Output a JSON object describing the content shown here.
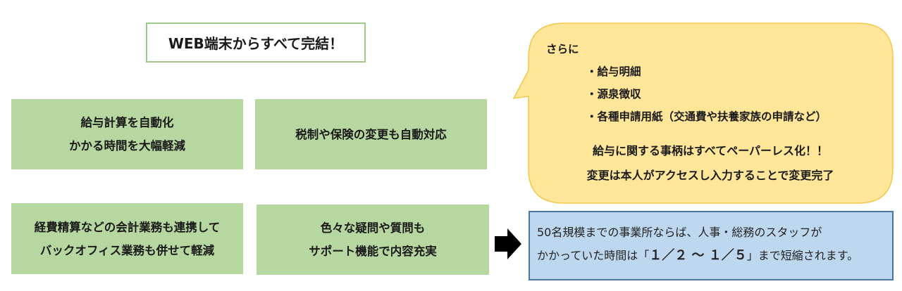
{
  "title": "WEB端末からすべて完結！",
  "features": [
    {
      "line1": "給与計算を自動化",
      "line2": "かかる時間を大幅軽減"
    },
    {
      "line1": "税制や保険の変更も自動対応"
    },
    {
      "line1": "経費精算などの会計業務も連携して",
      "line2": "バックオフィス業務も併せて軽減"
    },
    {
      "line1": "色々な疑問や質問も",
      "line2": "サポート機能で内容充実"
    }
  ],
  "bubble": {
    "intro": "さらに",
    "items": [
      "・給与明細",
      "・源泉徴収",
      "・各種申請用紙（交通費や扶養家族の申請など）"
    ],
    "summary_line1": "給与に関する事柄はすべてペーパーレス化！！",
    "summary_line2": "変更は本人がアクセスし入力することで変更完了"
  },
  "result": {
    "line1": "50名規模までの事業所ならば、人事・総務のスタッフが",
    "line2_prefix": "かかっていた時間は「",
    "ratio_from": "１／２",
    "ratio_sep": " ～ ",
    "ratio_to": "１／５",
    "line2_suffix": "」まで短縮されます。"
  },
  "colors": {
    "feature_fill": "#b7d7a0",
    "title_border": "#9dc98b",
    "bubble_fill": "#ffe699",
    "bubble_border": "#f2c84b",
    "result_fill": "#bdd7ee",
    "result_border": "#4a76a6"
  },
  "icons": {
    "arrow": "arrow-right-icon"
  }
}
